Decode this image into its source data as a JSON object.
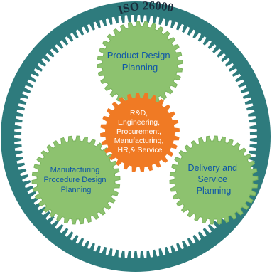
{
  "banner": "ISO 26000",
  "center_gear": {
    "lines": [
      "R&D,",
      "Engineering,",
      "Procurement,",
      "Manufacturing,",
      "HR,& Service"
    ]
  },
  "gears": [
    {
      "name": "product-design",
      "lines": [
        "Product Design",
        "Planning"
      ]
    },
    {
      "name": "manufacturing-procedure",
      "lines": [
        "Manufacturing",
        "Procedure Design",
        "Planning"
      ]
    },
    {
      "name": "delivery-service",
      "lines": [
        "Delivery and",
        "Service",
        "Planning"
      ]
    }
  ],
  "colors": {
    "ring": "#2e7b7d",
    "gear_green": "#8dc26f",
    "gear_green_edge": "#7ab35d",
    "center_orange": "#f07a24",
    "gear_text": "#0e56a7",
    "center_text": "#ffffff",
    "banner_text": "#1a2a3a"
  }
}
